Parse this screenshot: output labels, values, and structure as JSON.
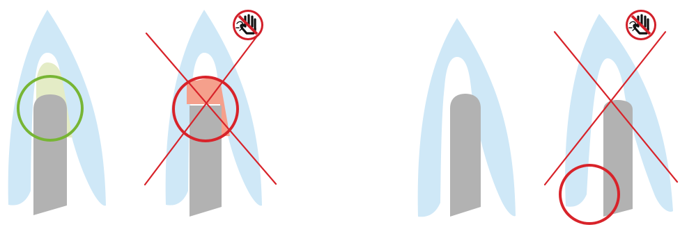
{
  "colors": {
    "bone": "#cfe8f7",
    "implant": "#b2b2b2",
    "ok_ring": "#77b534",
    "ok_fill": "#e4ecc6",
    "bad_ring": "#d8232a",
    "bad_fill": "#f5a08c",
    "sign_red": "#d21f29",
    "hand": "#111111"
  },
  "icons": {
    "correct_marker": "green-circle-icon",
    "wrong_marker": "red-x-icon",
    "prohibition": "no-touch-hand-icon"
  },
  "panels": [
    {
      "id": "panel-1",
      "status": "correct",
      "highlight": "green-circle",
      "sign": false
    },
    {
      "id": "panel-2",
      "status": "wrong",
      "highlight": "red-circle",
      "sign": true
    },
    {
      "id": "panel-3",
      "status": "correct",
      "highlight": "none",
      "sign": false
    },
    {
      "id": "panel-4",
      "status": "wrong",
      "highlight": "red-circle",
      "sign": true
    }
  ]
}
